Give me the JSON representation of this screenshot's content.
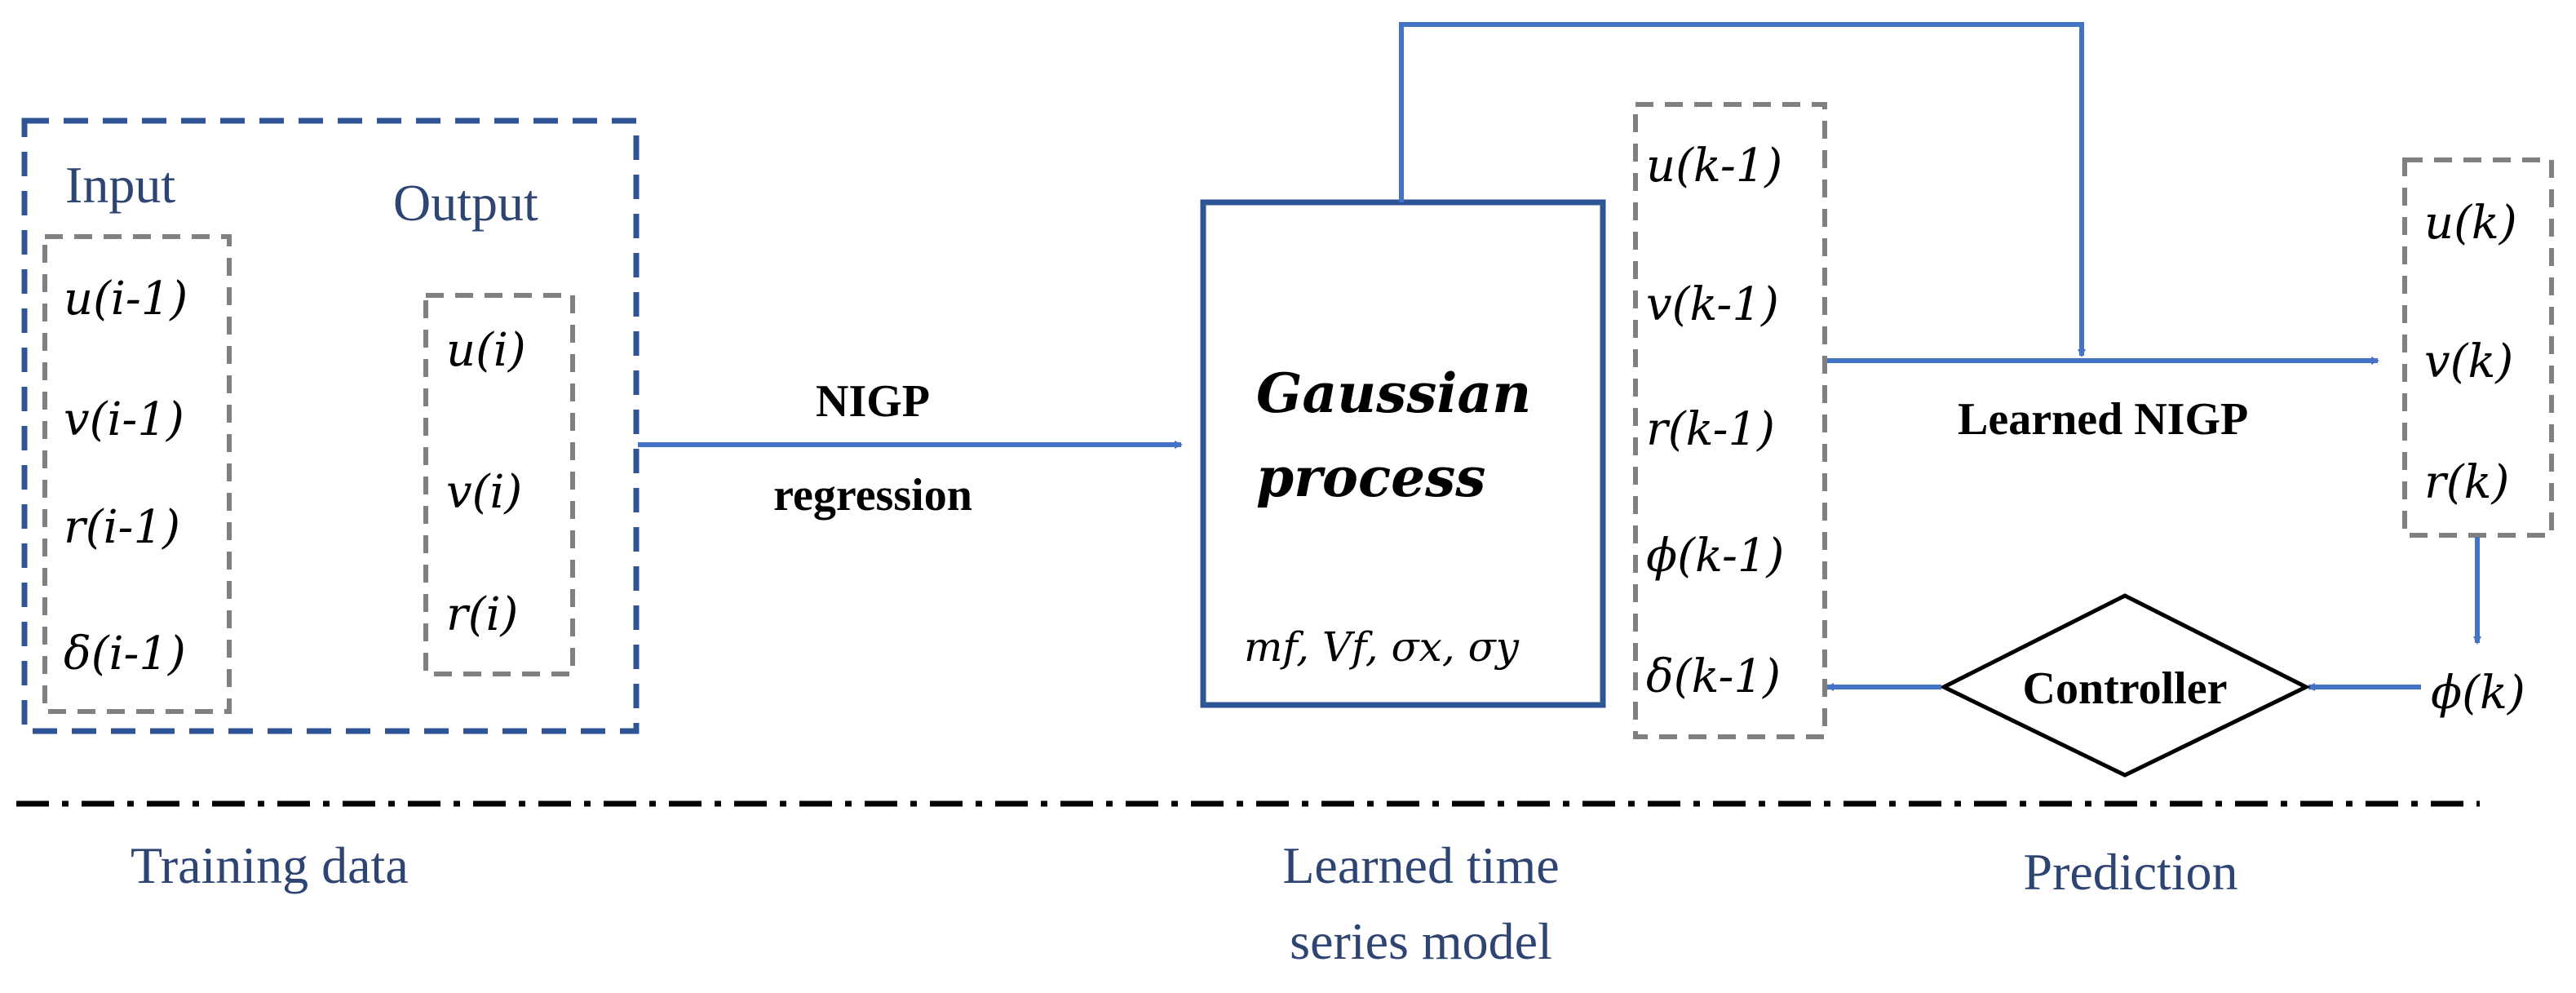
{
  "training": {
    "input_title": "Input",
    "output_title": "Output",
    "inputs": [
      "u(i-1)",
      "v(i-1)",
      "r(i-1)",
      "δ(i-1)"
    ],
    "outputs": [
      "u(i)",
      "v(i)",
      "r(i)"
    ]
  },
  "regression": {
    "line1": "NIGP",
    "line2": "regression"
  },
  "gp": {
    "title_line1": "Gaussian",
    "title_line2": "process",
    "params": "mf, Vf, σx, σy"
  },
  "model_vars": [
    "u(k-1)",
    "v(k-1)",
    "r(k-1)",
    "ϕ(k-1)",
    "δ(k-1)"
  ],
  "learned_label": "Learned NIGP",
  "prediction_vars": [
    "u(k)",
    "v(k)",
    "r(k)"
  ],
  "phi_k": "ϕ(k)",
  "controller_label": "Controller",
  "footer": {
    "training_data": "Training data",
    "learned_model_line1": "Learned time",
    "learned_model_line2": "series model",
    "prediction": "Prediction"
  },
  "colors": {
    "dark_blue": "#2e4472",
    "arrow_blue": "#4472c4",
    "gray_dash": "#7f7f7f",
    "box_blue": "#2f5597"
  }
}
